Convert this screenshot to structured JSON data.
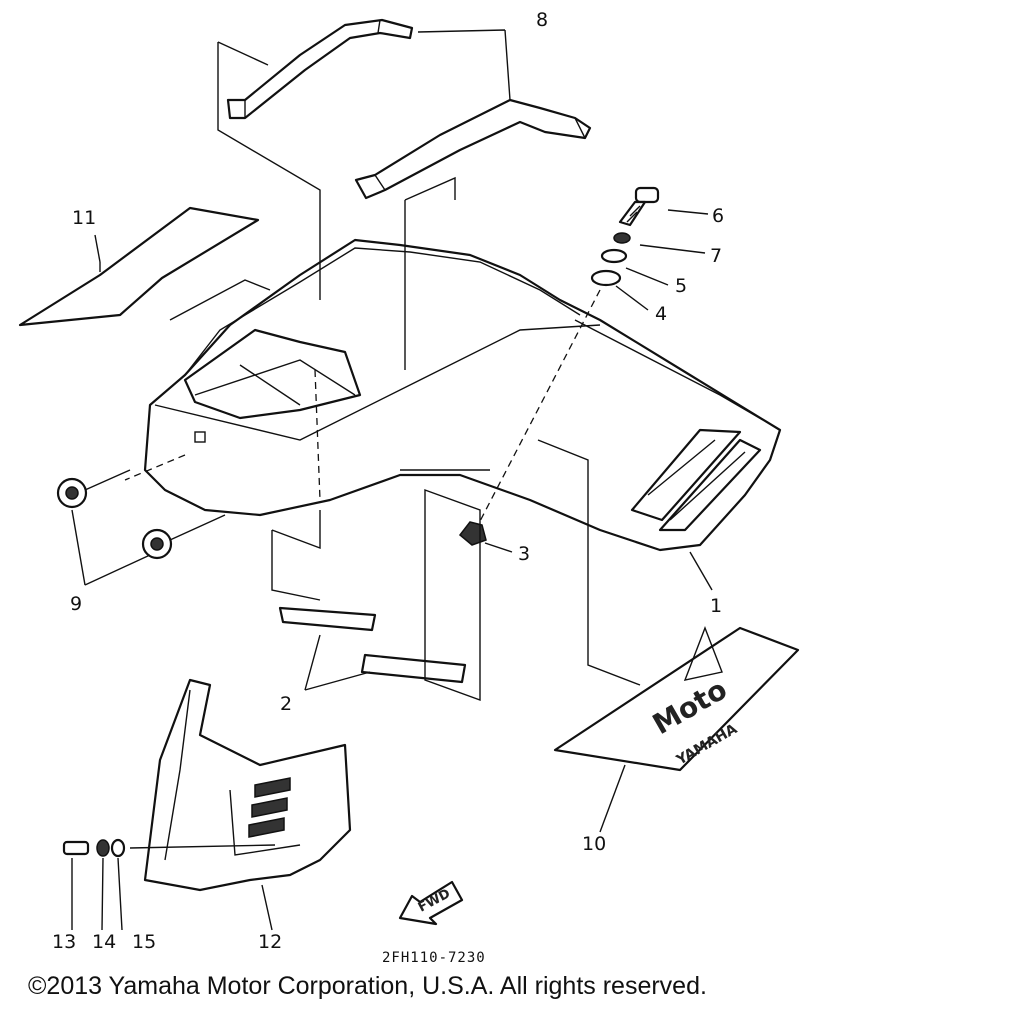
{
  "diagram": {
    "part_numbers": [
      "1",
      "2",
      "3",
      "4",
      "5",
      "6",
      "7",
      "8",
      "9",
      "10",
      "11",
      "12",
      "13",
      "14",
      "15"
    ],
    "drawing_code": "2FH110-7230",
    "fwd_label": "FWD",
    "decal_brand": "Moto",
    "decal_maker": "YAMAHA"
  },
  "footer": {
    "copyright": "©2013 Yamaha Motor Corporation, U.S.A. All rights reserved."
  }
}
